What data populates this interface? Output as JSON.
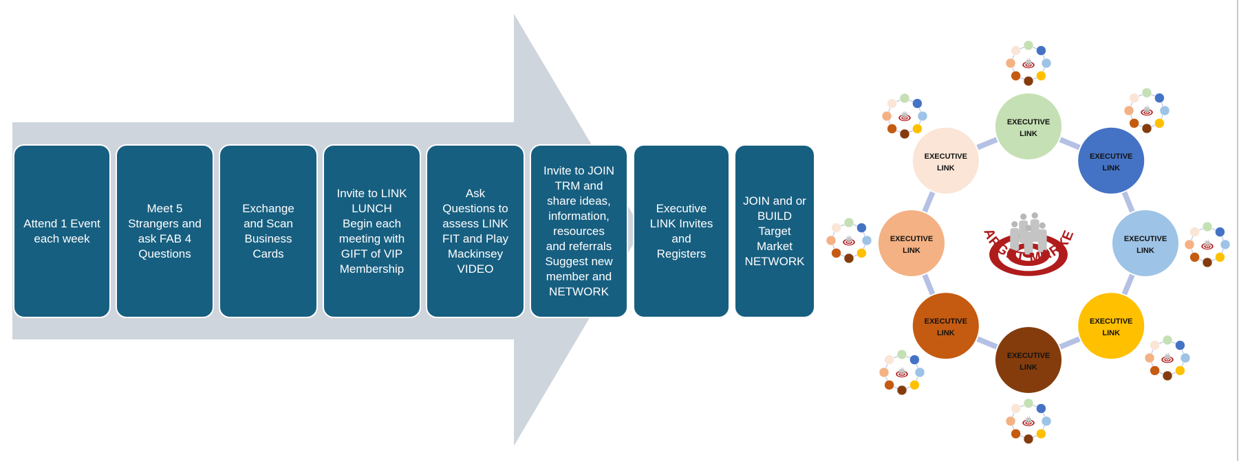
{
  "steps": [
    {
      "label": "Attend 1 Event\neach week"
    },
    {
      "label": "Meet 5\nStrangers and\nask FAB 4\nQuestions"
    },
    {
      "label": "Exchange\nand Scan\nBusiness\nCards"
    },
    {
      "label": "Invite to LINK\nLUNCH\nBegin each\nmeeting with\nGIFT of VIP\nMembership"
    },
    {
      "label": "Ask\nQuestions to\nassess  LINK\nFIT and Play\nMackinsey\nVIDEO"
    },
    {
      "label": "Invite to JOIN\nTRM and\nshare ideas,\ninformation,\nresources\nand referrals\nSuggest new\nmember and\nNETWORK"
    },
    {
      "label": "Executive\nLINK Invites\nand\nRegisters"
    },
    {
      "label": "JOIN and or\nBUILD\nTarget\nMarket\nNETWORK"
    }
  ],
  "network": {
    "center_label": "TARGET MARKET",
    "node_line1": "EXECUTIVE",
    "node_line2": "LINK",
    "node_colors": [
      "#c5e0b4",
      "#4472c4",
      "#9dc3e6",
      "#ffc000",
      "#843c0c",
      "#c55a11",
      "#f4b183",
      "#fbe5d6"
    ],
    "connector_color": "#b4c0e4",
    "target_color": "#b01c1c"
  },
  "colors": {
    "arrow": "#cfd5dc",
    "step_fill": "#175f80"
  }
}
